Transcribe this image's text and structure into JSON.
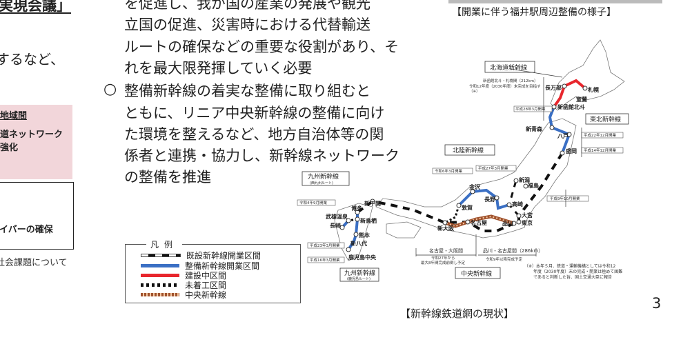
{
  "left_panel": {
    "title": "実現会議」",
    "text_line": "するなど、",
    "pink_box": {
      "heading": "地域間",
      "line1": "道ネットワーク",
      "line2": "強化"
    },
    "white_box": {
      "line": "イバーの確保"
    },
    "footer": "社会課題について"
  },
  "main": {
    "para1_lines": [
      "を促進し、我が国の産業の発展や観光",
      "立国の促進、災害時における代替輸送",
      "ルートの確保などの重要な役割があり、そ",
      "れを最大限発揮していく必要"
    ],
    "bullet_symbol": "○",
    "para2_lines": [
      "整備新幹線の着実な整備に取り組むと",
      "ともに、リニア中央新幹線の整備に向け",
      "た環境を整えるなど、地方自治体等の関",
      "係者と連携・協力し、新幹線ネットワーク",
      "の整備を推進"
    ]
  },
  "photo_caption": "【開業に伴う福井駅周辺整備の様子】",
  "map": {
    "caption": "【新幹線鉄道網の現状】",
    "line_boxes": {
      "hokkaido": "北海道新幹線",
      "tohoku": "東北新幹線",
      "hokuriku": "北陸新幹線",
      "kyushu_west": "九州新幹線",
      "kyushu_west_sub": "(西九州ルート)",
      "kyushu_kagoshima": "九州新幹線",
      "kyushu_kagoshima_sub": "(鹿児島ルート)",
      "chuo": "中央新幹線"
    },
    "notes": {
      "hokkaido_section": "新函館北斗・札幌間（212km）",
      "hokkaido_target": "令和12年度（2030年度）末完成を目指す",
      "hokkaido_mark": "（※）",
      "h28": "平成28年3月開業",
      "h22": "平成22年12月開業",
      "h14": "平成14年12月開業",
      "h9": "平成9年10月開業",
      "r6": "令和6年3月開業",
      "h27": "平成27年3月開業",
      "r4": "令和4年9月開業",
      "h23": "平成23年3月開業",
      "h16": "平成16年3月開業",
      "nagoya_osaka": "名古屋・大阪間",
      "nagoya_osaka_note1": "令和27年から",
      "nagoya_osaka_note2": "最大8年間完成前倒し予定",
      "shinagawa_nagoya": "品川・名古屋間（286km）",
      "shinagawa_nagoya_note": "令和9年以降完成予定",
      "footnote1": "（※）本年５月、鉄道・運輸機構としては令和12",
      "footnote2": "年度（2030年度）末の完成・開業は極めて困難",
      "footnote3": "であると判断した旨、国土交通大臣に報告"
    },
    "stations": {
      "sapporo": "札幌",
      "oshamambe": "長万部",
      "muroran": "室蘭",
      "shinhakodate": "新函館北斗",
      "shinaomori": "新青森",
      "hachinohe": "八戸",
      "morioka": "盛岡",
      "fukushima": "福島",
      "niigata": "新潟",
      "takasaki": "高崎",
      "nagano": "長野",
      "omiya": "大宮",
      "tokyo": "東京",
      "shinagawa": "品川",
      "kanazawa": "金沢",
      "tsuruga": "敦賀",
      "nagoya": "名古屋",
      "shinosaka": "新大阪",
      "shinshimonoseki": "新下関",
      "hakata": "博多",
      "shintosu": "新鳥栖",
      "takeo": "武雄温泉",
      "nagasaki": "長崎",
      "kumamoto": "熊本",
      "shinyatsushiro": "新八代",
      "kagoshima": "鹿児島中央"
    },
    "legend": {
      "title": "凡例",
      "items": [
        {
          "label": "既設新幹線開業区間",
          "style": "existing"
        },
        {
          "label": "整備新幹線開業区間",
          "style": "blue",
          "color": "#3a6fc4"
        },
        {
          "label": "建設中区間",
          "style": "red",
          "color": "#e8262d"
        },
        {
          "label": "未着工区間",
          "style": "dotted-black",
          "color": "#111111"
        },
        {
          "label": "中央新幹線",
          "style": "chuo",
          "color": "#a0522d"
        }
      ]
    }
  },
  "page_number": "3"
}
